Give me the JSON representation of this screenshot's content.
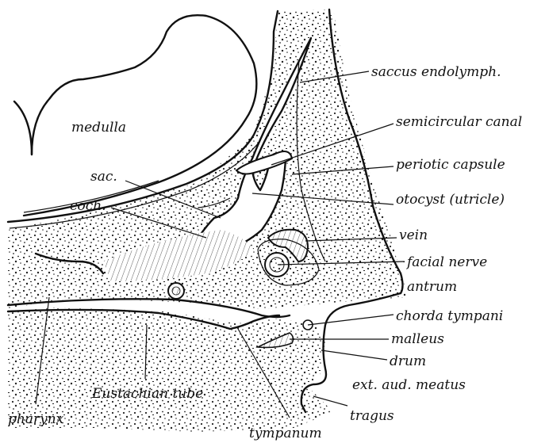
{
  "figure": {
    "labels": {
      "medulla": "medulla",
      "saccus": "saccus endolymph.",
      "semicircular": "semicircular canal",
      "periotic": "periotic capsule",
      "otocyst": "otocyst (utricle)",
      "sac": "sac.",
      "coch": "coch.",
      "vein": "vein",
      "facial": "facial nerve",
      "antrum": "antrum",
      "chorda": "chorda tympani",
      "malleus": "malleus",
      "drum": "drum",
      "meatus": "ext. aud. meatus",
      "eustachian": "Eustachian tube",
      "pharynx": "pharynx",
      "tragus": "tragus",
      "tympanum": "tympanum"
    }
  }
}
